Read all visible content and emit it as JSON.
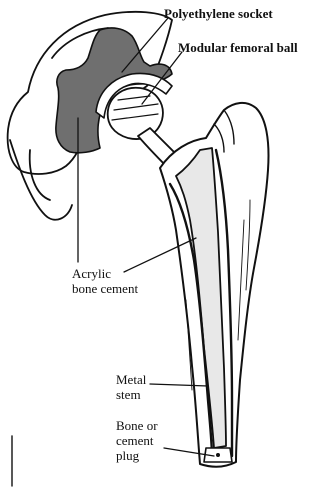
{
  "labels": {
    "socket": "Polyethylene socket",
    "ball": "Modular femoral ball",
    "cement": "Acrylic\nbone cement",
    "stem": "Metal\nstem",
    "plug": "Bone or\ncement\nplug"
  },
  "colors": {
    "ink": "#111111",
    "cement_fill": "#6f6f6f",
    "bone_fill": "#ffffff",
    "stem_fill": "#e8e8e8"
  }
}
